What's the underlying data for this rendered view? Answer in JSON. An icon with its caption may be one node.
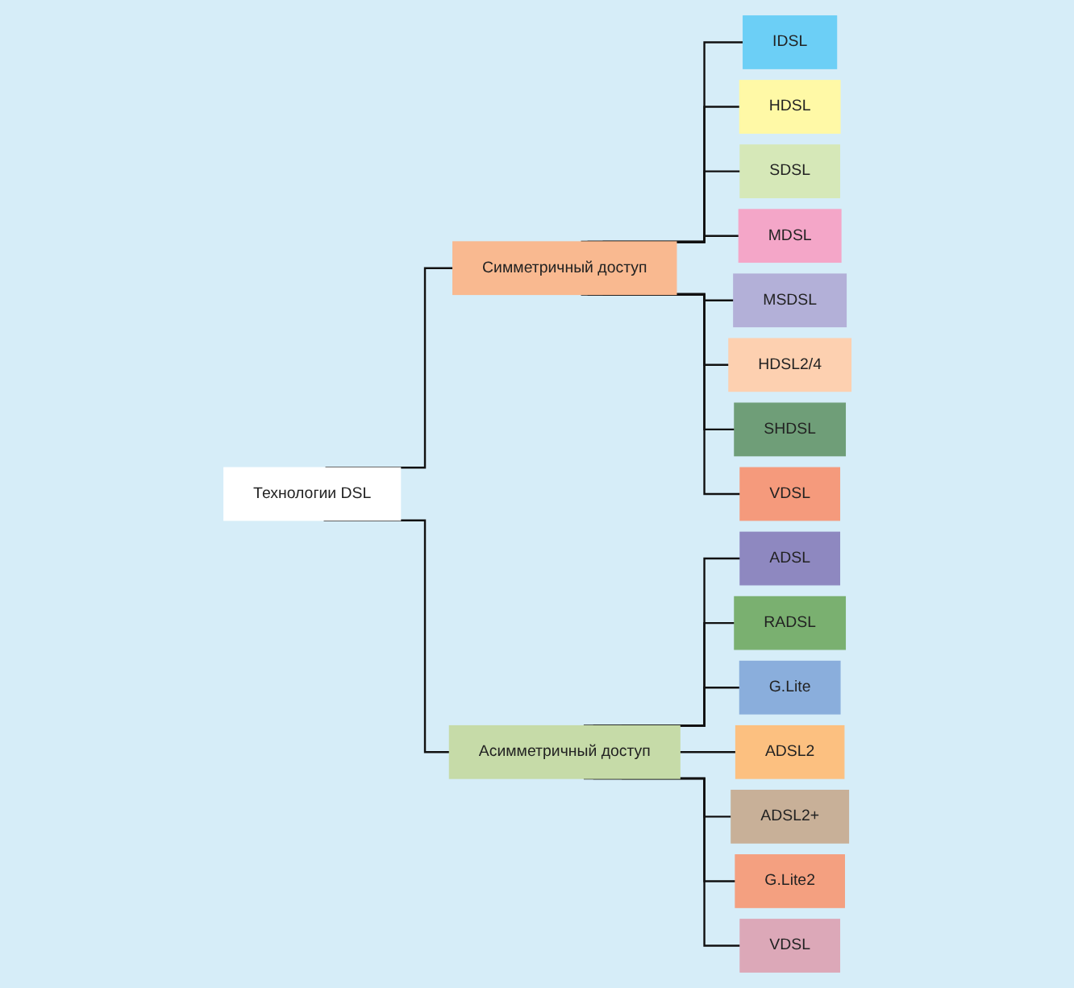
{
  "diagram": {
    "nodes": [
      {
        "text": [
          "Технологии DSL"
        ]
      },
      {
        "text": [
          "Симметричный доступ"
        ]
      },
      {
        "text": [
          "Асимметричный доступ"
        ]
      },
      {
        "text": [
          "IDSL"
        ]
      },
      {
        "text": [
          "HDSL"
        ]
      },
      {
        "text": [
          "SDSL"
        ]
      },
      {
        "text": [
          "MDSL"
        ]
      },
      {
        "text": [
          "MSDSL"
        ]
      },
      {
        "text": [
          "HDSL2/4"
        ]
      },
      {
        "text": [
          "SHDSL"
        ]
      },
      {
        "text": [
          "VDSL"
        ]
      },
      {
        "text": [
          "ADSL"
        ]
      },
      {
        "text": [
          "RADSL"
        ]
      },
      {
        "text": [
          "G.Lite"
        ]
      },
      {
        "text": [
          "ADSL2"
        ]
      },
      {
        "text": [
          "ADSL2+"
        ]
      },
      {
        "text": [
          "G.Lite2"
        ]
      },
      {
        "text": [
          "VDSL"
        ]
      }
    ],
    "edges": [
      {
        "from": 0,
        "to": 1,
        "arrow": "none"
      },
      {
        "from": 0,
        "to": 2,
        "arrow": "none"
      },
      {
        "from": 1,
        "to": 3,
        "arrow": "none"
      },
      {
        "from": 1,
        "to": 4,
        "arrow": "none"
      },
      {
        "from": 1,
        "to": 5,
        "arrow": "none"
      },
      {
        "from": 1,
        "to": 6,
        "arrow": "none"
      },
      {
        "from": 1,
        "to": 7,
        "arrow": "none"
      },
      {
        "from": 1,
        "to": 8,
        "arrow": "none"
      },
      {
        "from": 1,
        "to": 9,
        "arrow": "none"
      },
      {
        "from": 1,
        "to": 10,
        "arrow": "none"
      },
      {
        "from": 2,
        "to": 11,
        "arrow": "none"
      },
      {
        "from": 2,
        "to": 12,
        "arrow": "none"
      },
      {
        "from": 2,
        "to": 13,
        "arrow": "none"
      },
      {
        "from": 2,
        "to": 14,
        "arrow": "none"
      },
      {
        "from": 2,
        "to": 15,
        "arrow": "none"
      },
      {
        "from": 2,
        "to": 16,
        "arrow": "none"
      },
      {
        "from": 2,
        "to": 17,
        "arrow": "none"
      }
    ]
  }
}
